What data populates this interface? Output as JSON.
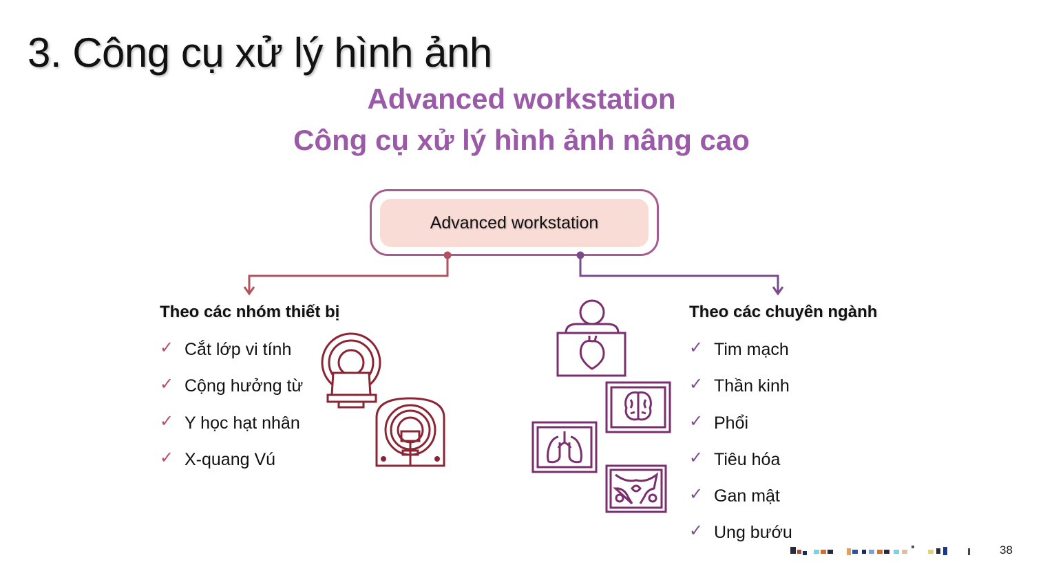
{
  "slide": {
    "title": "3. Công cụ xử lý hình ảnh",
    "subtitle_line1": "Advanced workstation",
    "subtitle_line2": "Công cụ xử lý hình ảnh nâng cao",
    "page_number": "38"
  },
  "diagram": {
    "root_label": "Advanced workstation",
    "left": {
      "heading": "Theo các nhóm thiết bị",
      "items": [
        "Cắt lớp vi tính",
        "Cộng hưởng từ",
        "Y học hạt nhân",
        "X-quang Vú"
      ]
    },
    "right": {
      "heading": "Theo các chuyên ngành",
      "items": [
        "Tim mạch",
        "Thần kinh",
        "Phổi",
        "Tiêu hóa",
        "Gan mật",
        "Ung bướu"
      ]
    }
  },
  "icons": {
    "check": "✓",
    "left_illustration": [
      "ct-scanner-icon",
      "mri-scanner-icon"
    ],
    "right_illustration": [
      "doctor-heart-icon",
      "brain-scan-icon",
      "lung-xray-icon",
      "pelvis-xray-icon"
    ]
  },
  "colors": {
    "subtitle": "#9a5aa8",
    "left_branch": "#b3515f",
    "right_branch": "#7a4a8e",
    "root_fill": "#f9dcd6",
    "root_border": "#a65a8e"
  }
}
